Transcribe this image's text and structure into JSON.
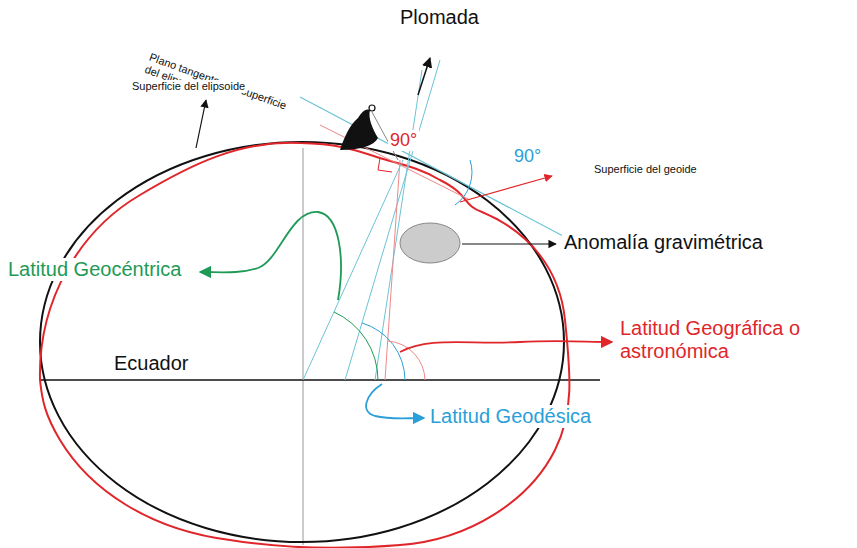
{
  "diagram": {
    "labels": [
      "Plomada",
      "Plano tangente a la superficie del elipsoide",
      "90°",
      "90°",
      "Superficie del elipsoide",
      "Superficie del geoide",
      "Latitud Geocéntrica",
      "Anomalía gravimétrica",
      "Ecuador",
      "Latitud Geográfica o astronómica",
      "Latitud Geodésica"
    ]
  }
}
